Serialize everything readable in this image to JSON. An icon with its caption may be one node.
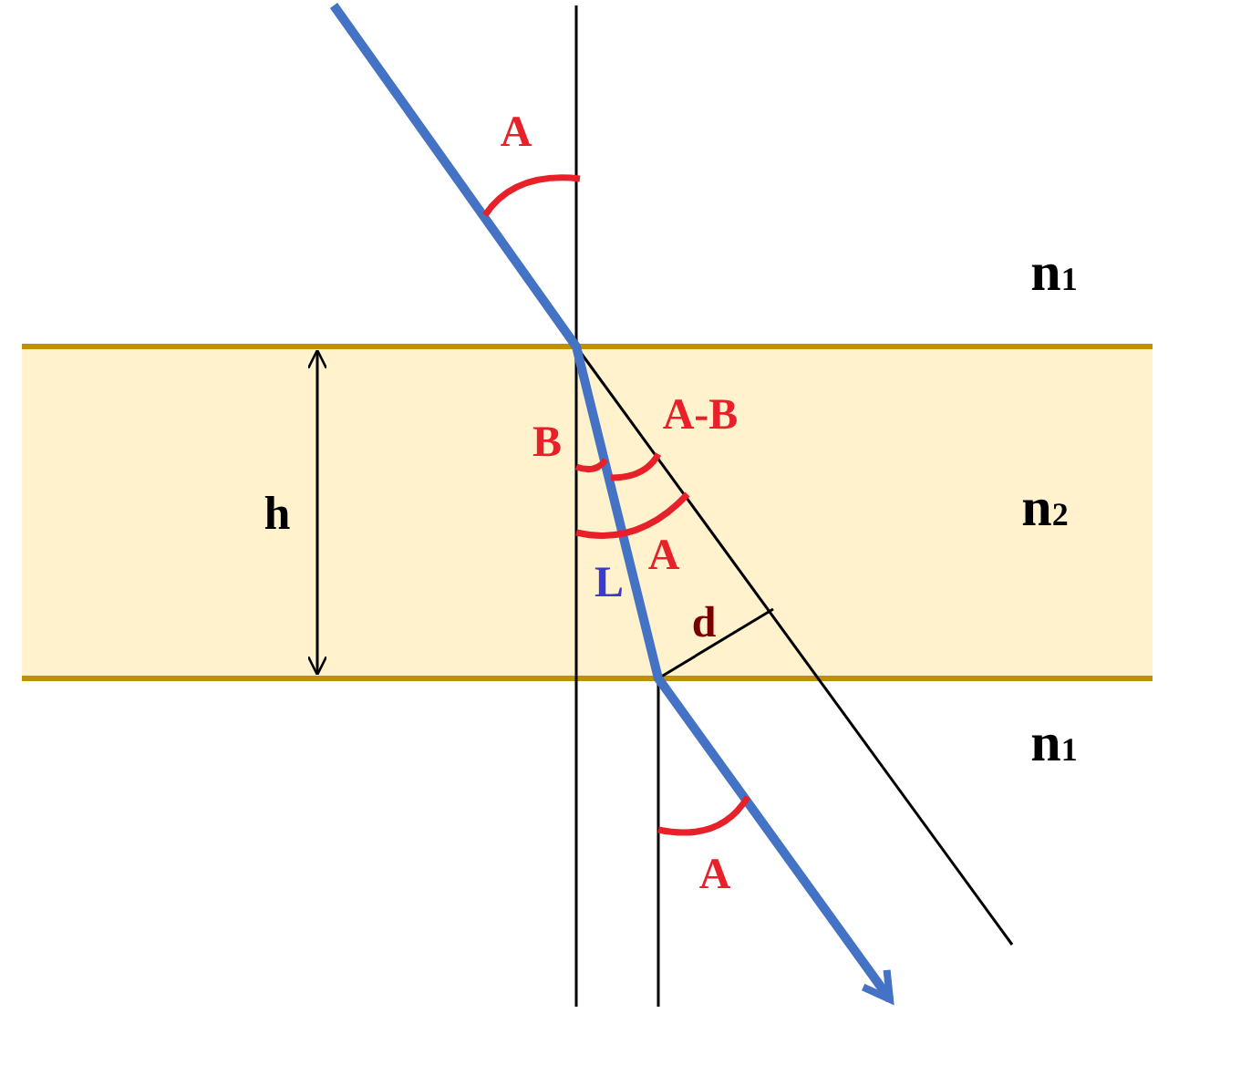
{
  "diagram": {
    "labels": [
      "A",
      "n$_{1}$",
      "A-B",
      "B",
      "h",
      "n$_{2}$",
      "A",
      "L",
      "d",
      "n$_{1}$",
      "A"
    ]
  }
}
